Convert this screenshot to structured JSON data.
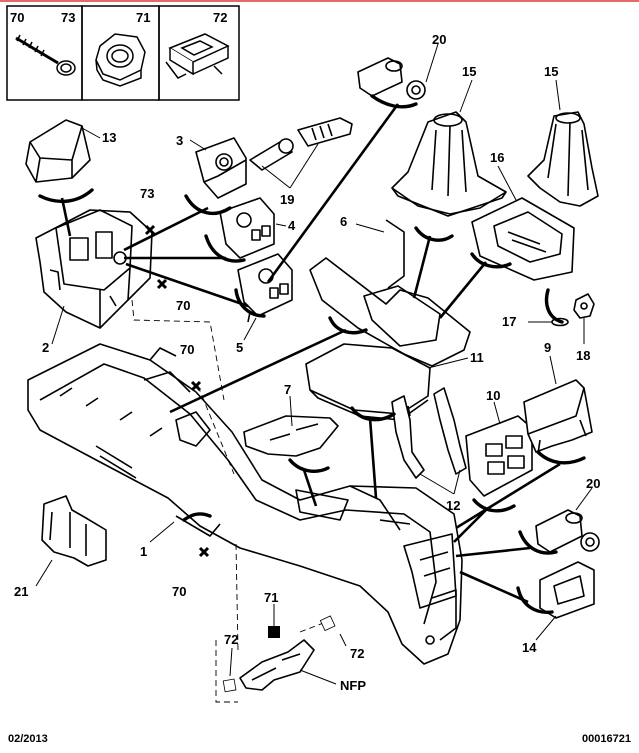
{
  "legend_boxes": [
    {
      "labels": [
        "70",
        "73"
      ],
      "icon": "screw-icon"
    },
    {
      "labels": [
        "71"
      ],
      "icon": "hex-nut-icon"
    },
    {
      "labels": [
        "72"
      ],
      "icon": "clip-icon"
    }
  ],
  "callouts": {
    "c20a": "20",
    "c15a": "15",
    "c15b": "15",
    "c13": "13",
    "c3": "3",
    "c16": "16",
    "c73": "73",
    "c19": "19",
    "c4": "4",
    "c6": "6",
    "c2": "2",
    "c70a": "70",
    "c5": "5",
    "c17": "17",
    "c18": "18",
    "c9": "9",
    "c70b": "70",
    "c11": "11",
    "c7": "7",
    "c10": "10",
    "c12": "12",
    "c20b": "20",
    "c1": "1",
    "c21": "21",
    "c70c": "70",
    "c71": "71",
    "c72a": "72",
    "c72b": "72",
    "c14": "14",
    "cNFP": "NFP"
  },
  "footer": {
    "date": "02/2013",
    "ref": "00016721"
  }
}
